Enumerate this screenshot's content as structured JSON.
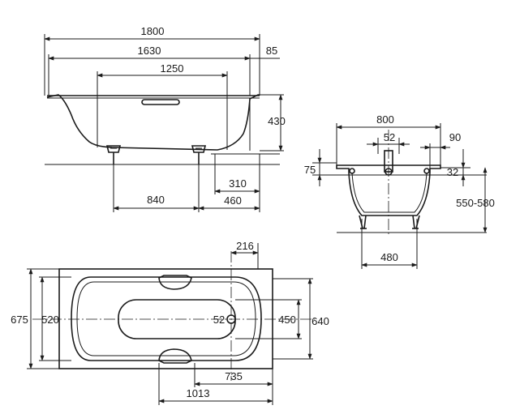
{
  "side_view": {
    "dim_length_total": "1800",
    "dim_length_inner": "1630",
    "dim_rim": "85",
    "dim_handle_spacing": "1250",
    "dim_height": "430",
    "dim_leg_spacing": "840",
    "dim_leg_offset_inner": "310",
    "dim_leg_offset_outer": "460"
  },
  "end_view": {
    "dim_width_total": "800",
    "dim_drain_offset": "52",
    "dim_rim": "90",
    "dim_rim_height_left": "75",
    "dim_rim_height_right": "32",
    "dim_height_range": "550-580",
    "dim_base_width": "480"
  },
  "top_view": {
    "dim_drain_position": "216",
    "dim_width_total": "675",
    "dim_width_inner": "520",
    "dim_drain_diameter": "52",
    "dim_basin_width": "450",
    "dim_width_outer": "640",
    "dim_basin_length": "735",
    "dim_overall_length": "1013"
  }
}
